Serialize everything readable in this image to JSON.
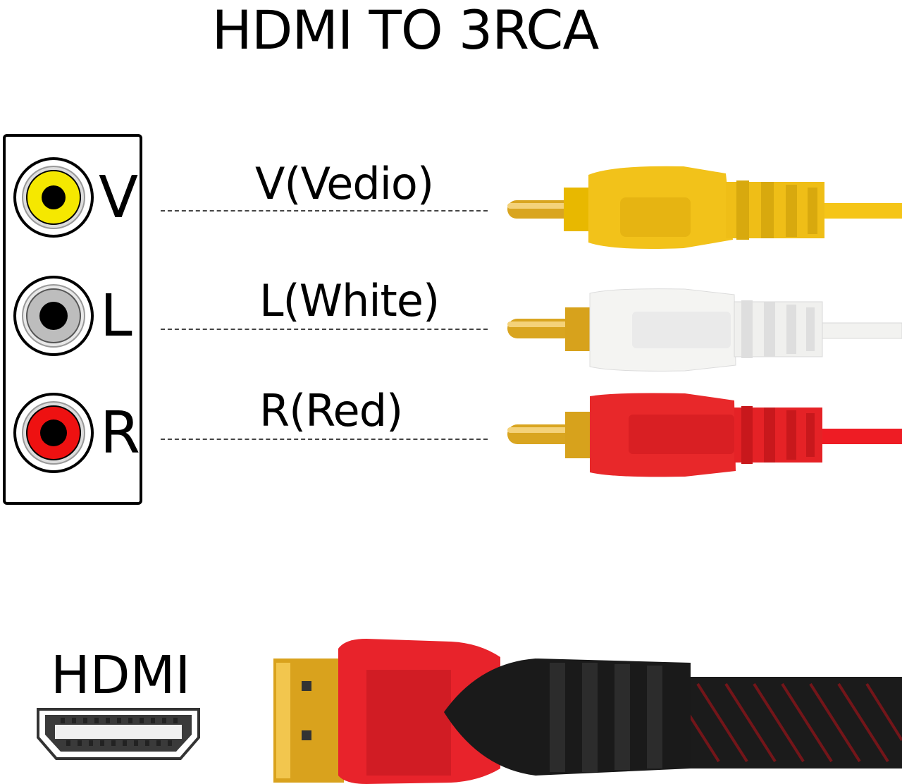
{
  "title": "HDMI TO 3RCA",
  "channels": [
    {
      "letter": "V",
      "label": "V(Vedio)",
      "color": "#f5d100",
      "plug_color": "#f2c21a"
    },
    {
      "letter": "L",
      "label": "L(White)",
      "color": "#c8c8c8",
      "plug_color": "#f2f2f0"
    },
    {
      "letter": "R",
      "label": "R(Red)",
      "color": "#ee1111",
      "plug_color": "#e8282a"
    }
  ],
  "hdmi": {
    "label": "HDMI",
    "connector_color": "#e8232b",
    "boot_color": "#1a1a1a",
    "pin_color": "#e0a020"
  }
}
